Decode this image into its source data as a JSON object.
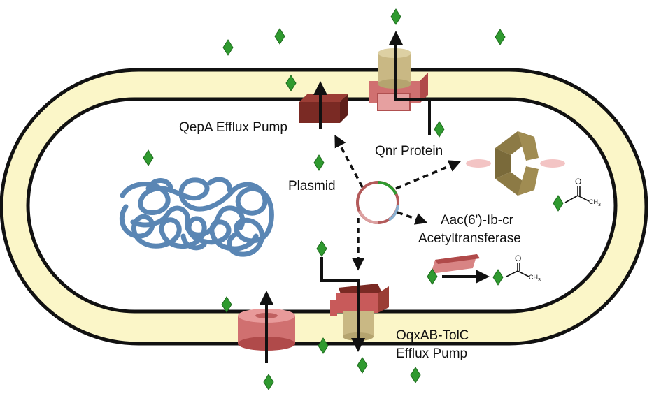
{
  "labels": {
    "qepa": "QepA Efflux Pump",
    "qnr": "Qnr Protein",
    "plasmid": "Plasmid",
    "aac_line1": "Aac(6')-Ib-cr",
    "aac_line2": "Acetyltransferase",
    "oqx_line1": "OqxAB-TolC",
    "oqx_line2": "Efflux Pump",
    "chem_o": "O",
    "chem_ch3": "CH",
    "chem_sub3": "3"
  },
  "colors": {
    "periplasm": "#fbf6c8",
    "membrane_line": "#111111",
    "drug": "#2f9a2f",
    "pump_red": "#c85a5a",
    "pump_dark": "#7a2a24",
    "pump_tan": "#c9b884",
    "qnr": "#8c7a45",
    "dna": "#5a86b4",
    "plasmid_ring": "#b35a5a"
  },
  "icons": [
    "drug-molecule-icon",
    "efflux-pump-icon",
    "qnr-protein-icon",
    "chromosome-icon",
    "plasmid-icon",
    "acetyl-group-icon"
  ]
}
